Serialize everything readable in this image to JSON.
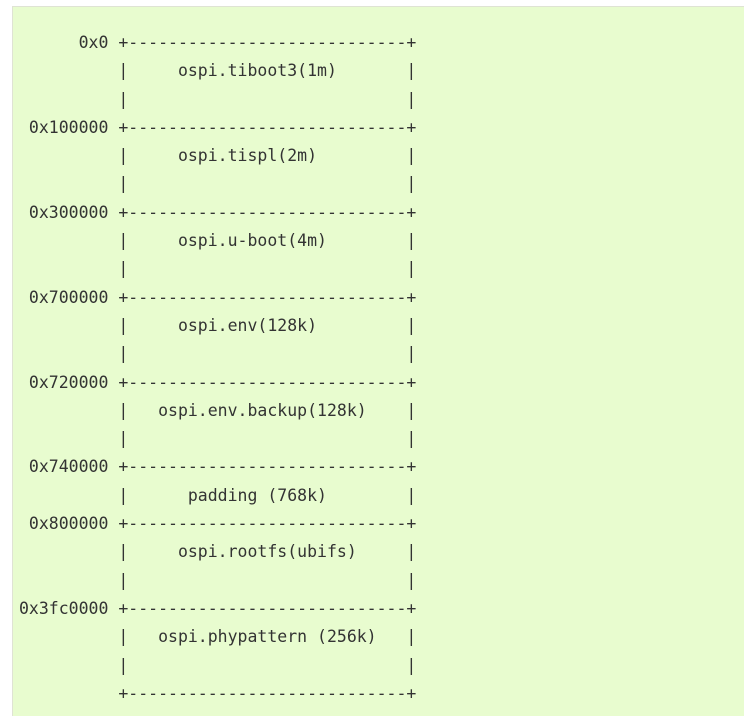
{
  "memory_map": {
    "lines": [
      "      0x0 +----------------------------+",
      "          |     ospi.tiboot3(1m)       |",
      "          |                            |",
      " 0x100000 +----------------------------+",
      "          |     ospi.tispl(2m)         |",
      "          |                            |",
      " 0x300000 +----------------------------+",
      "          |     ospi.u-boot(4m)        |",
      "          |                            |",
      " 0x700000 +----------------------------+",
      "          |     ospi.env(128k)         |",
      "          |                            |",
      " 0x720000 +----------------------------+",
      "          |   ospi.env.backup(128k)    |",
      "          |                            |",
      " 0x740000 +----------------------------+",
      "          |      padding (768k)        |",
      " 0x800000 +----------------------------+",
      "          |     ospi.rootfs(ubifs)     |",
      "          |                            |",
      "0x3fc0000 +----------------------------+",
      "          |   ospi.phypattern (256k)   |",
      "          |                            |",
      "          +----------------------------+"
    ]
  }
}
